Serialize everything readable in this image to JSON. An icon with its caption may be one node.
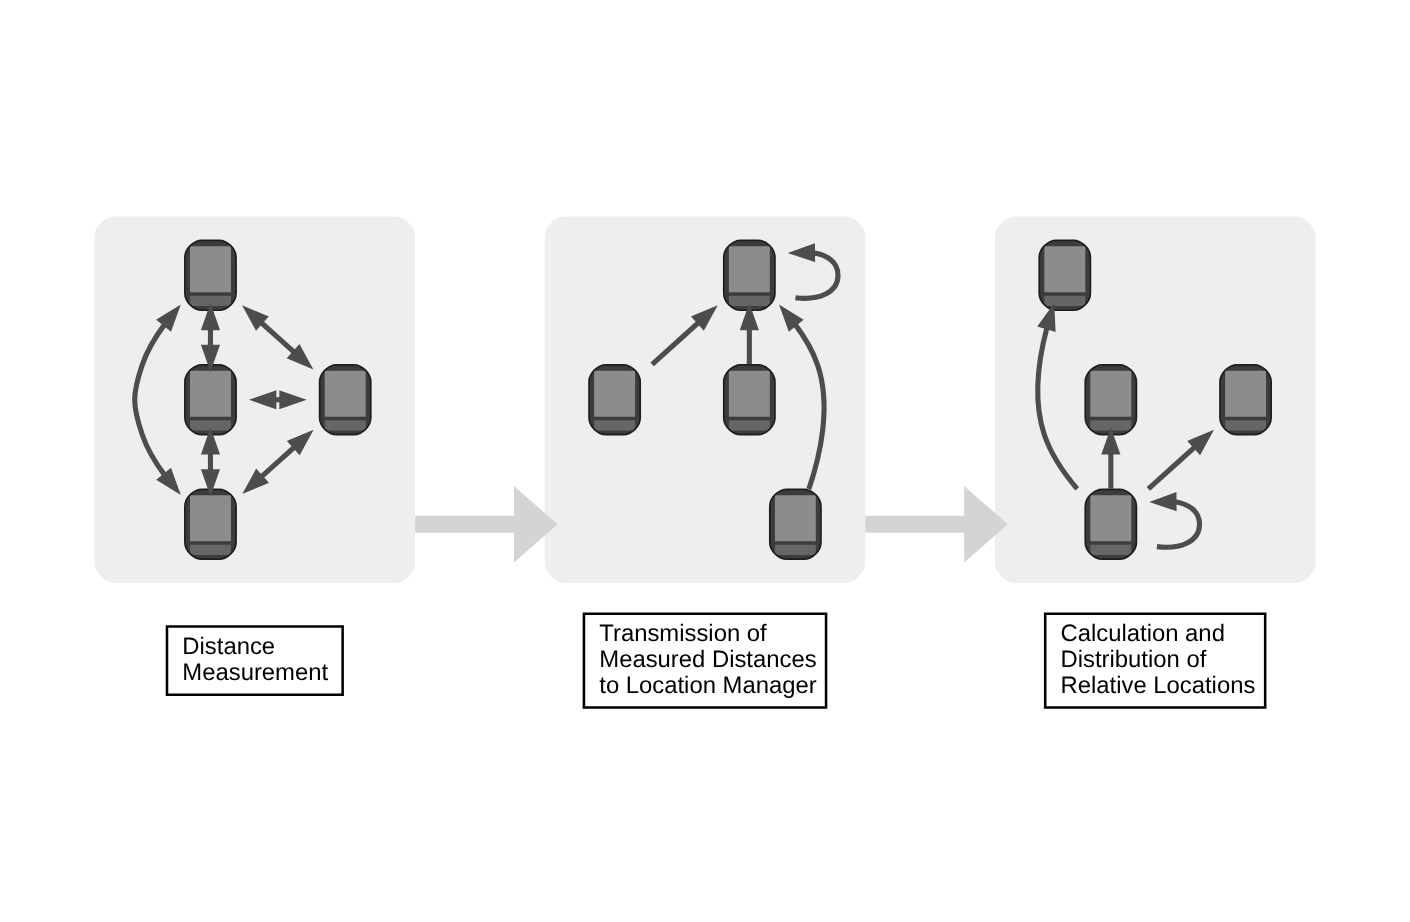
{
  "diagram": {
    "nodes": [
      {
        "text": [],
        "shape": "ellipse"
      },
      {
        "text": [],
        "shape": "picture",
        "in": 0
      },
      {
        "text": [],
        "shape": "picture",
        "in": 0
      },
      {
        "text": [],
        "shape": "picture",
        "in": 0
      },
      {
        "text": [],
        "shape": "picture",
        "in": 0
      },
      {
        "text": [],
        "shape": "ellipse"
      },
      {
        "text": [],
        "shape": "picture",
        "in": 5
      },
      {
        "text": [],
        "shape": "picture",
        "in": 5
      },
      {
        "text": [],
        "shape": "picture",
        "in": 5
      },
      {
        "text": [],
        "shape": "picture",
        "in": 5
      },
      {
        "text": [],
        "shape": "ellipse"
      },
      {
        "text": [],
        "shape": "picture",
        "in": 10
      },
      {
        "text": [],
        "shape": "picture",
        "in": 10
      },
      {
        "text": [],
        "shape": "picture",
        "in": 10
      },
      {
        "text": [],
        "shape": "picture",
        "in": 10
      },
      {
        "text": [
          "Distance Measurement"
        ]
      },
      {
        "text": [
          "Transmission of Measured Distances to Location Manager"
        ]
      },
      {
        "text": [
          "Calculation and Distribution of Relative Locations"
        ]
      }
    ],
    "edges": [
      {
        "from": 2,
        "to": 1,
        "arrow": "both"
      },
      {
        "from": 3,
        "to": 1,
        "arrow": "both"
      },
      {
        "from": 4,
        "to": 1,
        "arrow": "both"
      },
      {
        "from": 2,
        "to": 3,
        "arrow": "both"
      },
      {
        "from": 4,
        "to": 2,
        "arrow": "both"
      },
      {
        "from": 4,
        "to": 3,
        "arrow": "both"
      },
      {
        "from": 0,
        "to": 5,
        "arrow": "to",
        "style": "thick",
        "color": "#d4d4d4"
      },
      {
        "from": 6,
        "to": 9,
        "arrow": "to"
      },
      {
        "from": 7,
        "to": 9,
        "arrow": "to"
      },
      {
        "from": 8,
        "to": 9,
        "arrow": "to"
      },
      {
        "from": 9,
        "to": 9,
        "arrow": "to"
      },
      {
        "from": 5,
        "to": 10,
        "arrow": "to",
        "style": "thick",
        "color": "#d4d4d4"
      },
      {
        "from": 14,
        "to": 11,
        "arrow": "to"
      },
      {
        "from": 14,
        "to": 12,
        "arrow": "to"
      },
      {
        "from": 14,
        "to": 13,
        "arrow": "to"
      },
      {
        "from": 14,
        "to": 14,
        "arrow": "to"
      }
    ]
  }
}
